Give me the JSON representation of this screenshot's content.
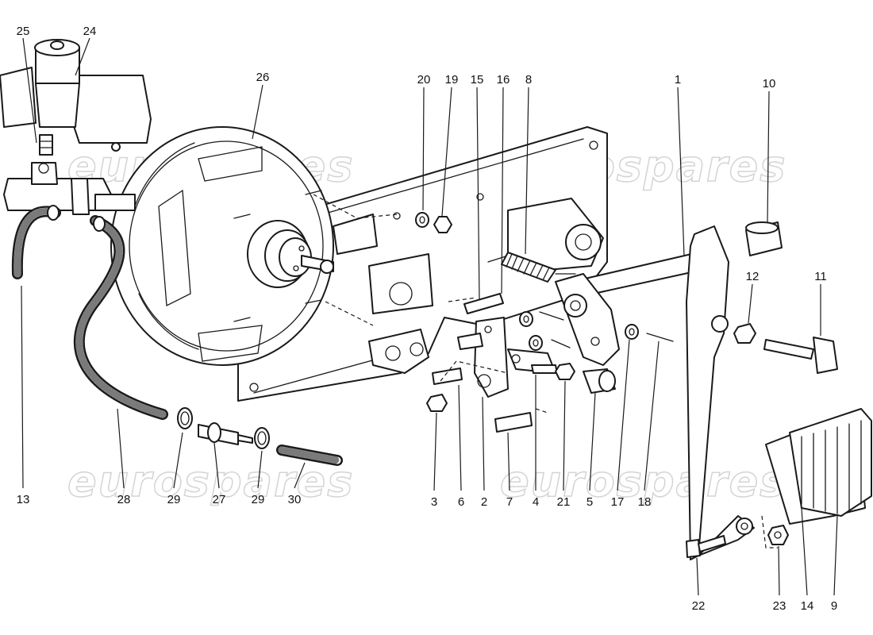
{
  "watermark": {
    "text": "eurospares",
    "color": "#d4d4d4"
  },
  "diagram": {
    "ink_color": "#1a1a1a",
    "callouts": [
      {
        "id": "c1",
        "label": "1"
      },
      {
        "id": "c2",
        "label": "2"
      },
      {
        "id": "c3",
        "label": "3"
      },
      {
        "id": "c4",
        "label": "4"
      },
      {
        "id": "c5",
        "label": "5"
      },
      {
        "id": "c6",
        "label": "6"
      },
      {
        "id": "c7",
        "label": "7"
      },
      {
        "id": "c8",
        "label": "8"
      },
      {
        "id": "c9",
        "label": "9"
      },
      {
        "id": "c10",
        "label": "10"
      },
      {
        "id": "c11",
        "label": "11"
      },
      {
        "id": "c12",
        "label": "12"
      },
      {
        "id": "c13",
        "label": "13"
      },
      {
        "id": "c14",
        "label": "14"
      },
      {
        "id": "c15",
        "label": "15"
      },
      {
        "id": "c16",
        "label": "16"
      },
      {
        "id": "c17",
        "label": "17"
      },
      {
        "id": "c18",
        "label": "18"
      },
      {
        "id": "c19",
        "label": "19"
      },
      {
        "id": "c20",
        "label": "20"
      },
      {
        "id": "c21",
        "label": "21"
      },
      {
        "id": "c22",
        "label": "22"
      },
      {
        "id": "c23",
        "label": "23"
      },
      {
        "id": "c24",
        "label": "24"
      },
      {
        "id": "c25",
        "label": "25"
      },
      {
        "id": "c26",
        "label": "26"
      },
      {
        "id": "c27",
        "label": "27"
      },
      {
        "id": "c28",
        "label": "28"
      },
      {
        "id": "c29a",
        "label": "29"
      },
      {
        "id": "c29b",
        "label": "29"
      },
      {
        "id": "c30",
        "label": "30"
      }
    ]
  }
}
